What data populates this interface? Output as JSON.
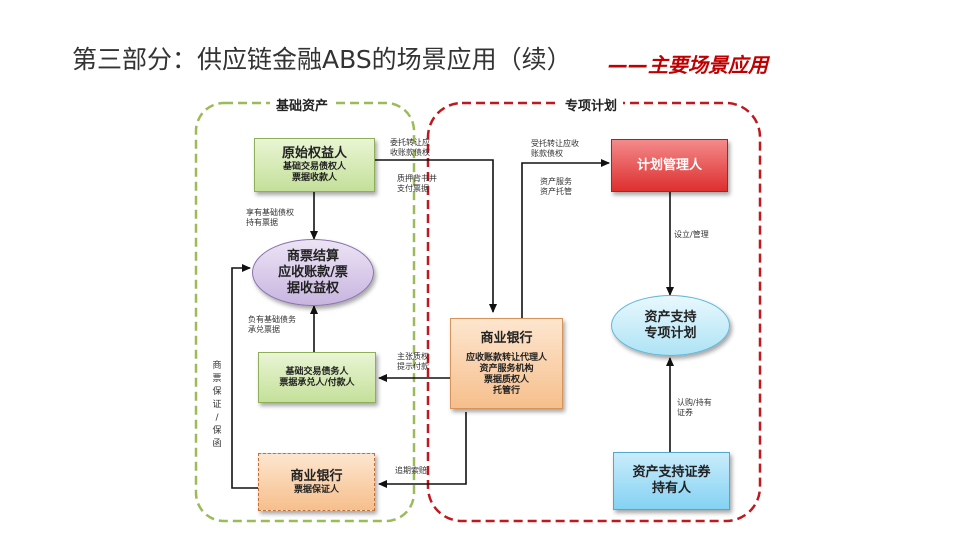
{
  "title": "第三部分：供应链金融ABS的场景应用（续）",
  "subtitle": "——主要场景应用",
  "regions": {
    "basic_assets": "基础资产",
    "special_plan": "专项计划"
  },
  "nodes": {
    "original_beneficiary": {
      "title": "原始权益人",
      "lines": [
        "基础交易债权人",
        "票据收款人"
      ]
    },
    "receivables": {
      "lines": [
        "商票结算",
        "应收账款/票",
        "据收益权"
      ]
    },
    "debtor": {
      "lines": [
        "基础交易债务人",
        "票据承兑人/付款人"
      ]
    },
    "bank_guarantor": {
      "title": "商业银行",
      "lines": [
        "票据保证人"
      ]
    },
    "bank_center": {
      "title": "商业银行",
      "lines": [
        "应收账款转让代理人",
        "资产服务机构",
        "票据质权人",
        "托管行"
      ]
    },
    "plan_manager": {
      "title": "计划管理人"
    },
    "asset_plan": {
      "lines": [
        "资产支持",
        "专项计划"
      ]
    },
    "holders": {
      "lines": [
        "资产支持证券",
        "持有人"
      ]
    }
  },
  "edge_labels": {
    "transfer_in": [
      "委托转让应",
      "收账款债权"
    ],
    "pledge_pay": [
      "质押背书并",
      "支付票据"
    ],
    "hold_asset": [
      "享有基础债权",
      "持有票据"
    ],
    "owe_debt": [
      "负有基础债务",
      "承兑票据"
    ],
    "claim": [
      "主张质权",
      "提示付款"
    ],
    "recourse": "追期索赔",
    "accept_transfer": [
      "受托转让应收",
      "账款债权"
    ],
    "service": [
      "资产服务",
      "资产托管"
    ],
    "manage": "设立/管理",
    "subscribe": [
      "认购/持有",
      "证券"
    ],
    "guarantee": [
      "商",
      "票",
      "保",
      "证",
      "/",
      "保",
      "函"
    ]
  }
}
